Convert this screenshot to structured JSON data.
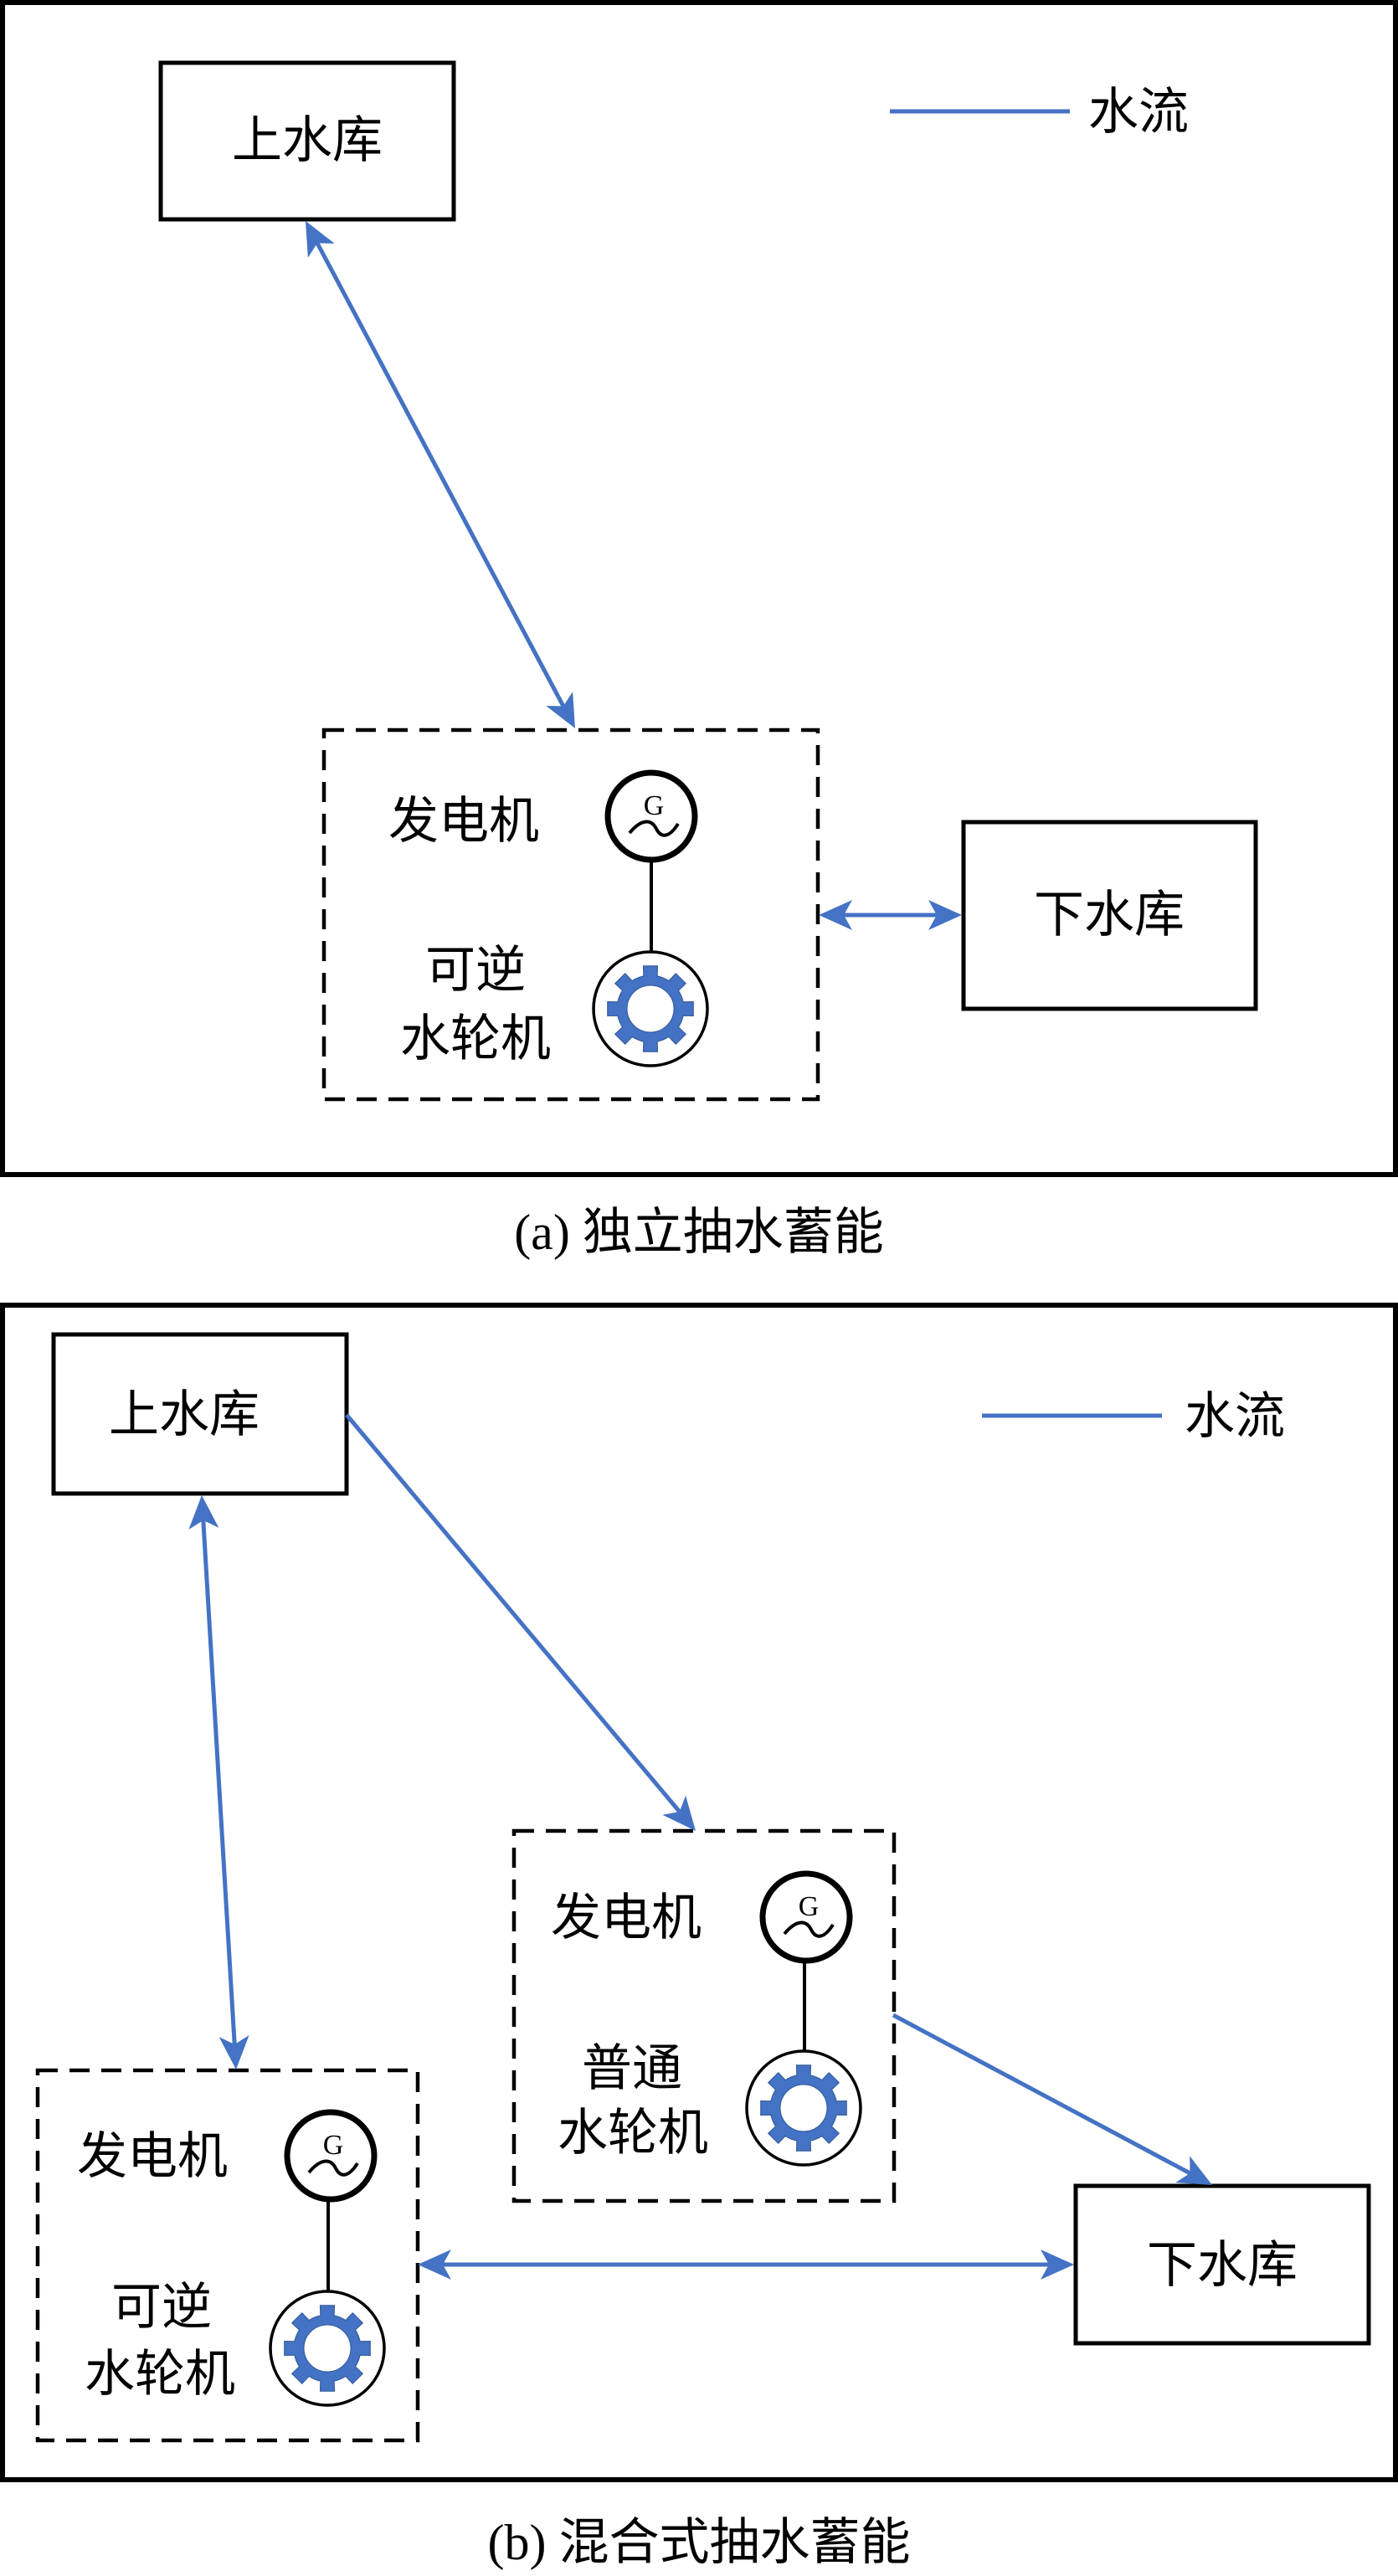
{
  "colors": {
    "flow": "#4472c4",
    "gear": "#4472c4",
    "line": "#000000",
    "background": "#ffffff"
  },
  "legend_label": "水流",
  "panels": [
    {
      "id": "a",
      "caption": "(a)  独立抽水蓄能",
      "legend": {
        "label": "水流"
      },
      "upper_reservoir": "上水库",
      "lower_reservoir": "下水库",
      "units": [
        {
          "generator_label": "发电机",
          "generator_symbol": "G",
          "turbine_label_line1": "可逆",
          "turbine_label_line2": "水轮机"
        }
      ],
      "flows": [
        {
          "from": "上水库",
          "to": "可逆水轮机机组",
          "direction": "bidirectional"
        },
        {
          "from": "可逆水轮机机组",
          "to": "下水库",
          "direction": "bidirectional"
        }
      ]
    },
    {
      "id": "b",
      "caption": "(b)  混合式抽水蓄能",
      "legend": {
        "label": "水流"
      },
      "upper_reservoir": "上水库",
      "lower_reservoir": "下水库",
      "units": [
        {
          "generator_label": "发电机",
          "generator_symbol": "G",
          "turbine_label_line1": "普通",
          "turbine_label_line2": "水轮机"
        },
        {
          "generator_label": "发电机",
          "generator_symbol": "G",
          "turbine_label_line1": "可逆",
          "turbine_label_line2": "水轮机"
        }
      ],
      "flows": [
        {
          "from": "上水库",
          "to": "普通水轮机机组",
          "direction": "one-way"
        },
        {
          "from": "普通水轮机机组",
          "to": "下水库",
          "direction": "one-way"
        },
        {
          "from": "上水库",
          "to": "可逆水轮机机组",
          "direction": "bidirectional"
        },
        {
          "from": "可逆水轮机机组",
          "to": "下水库",
          "direction": "bidirectional"
        }
      ]
    }
  ]
}
